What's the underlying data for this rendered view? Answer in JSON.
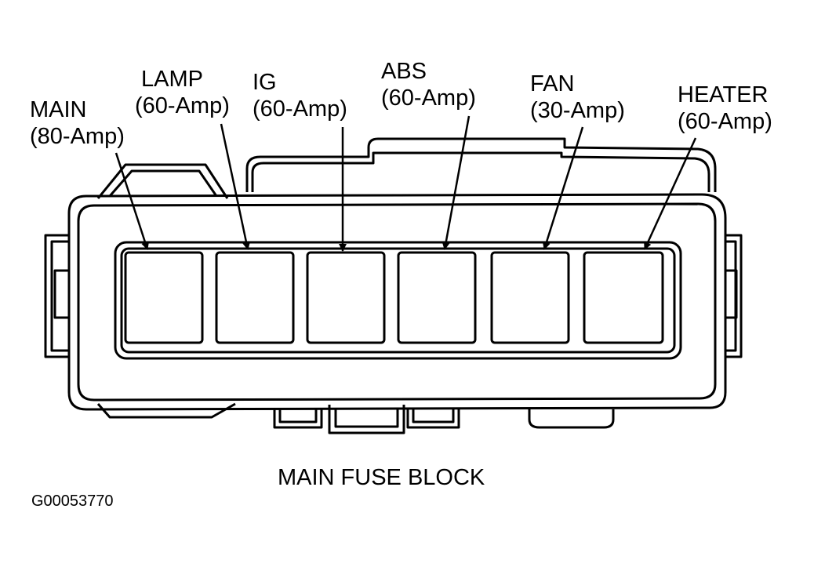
{
  "title": "MAIN FUSE BLOCK",
  "figure_id": "G00053770",
  "fuses": [
    {
      "name": "MAIN",
      "rating": "(80-Amp)"
    },
    {
      "name": "LAMP",
      "rating": "(60-Amp)"
    },
    {
      "name": "IG",
      "rating": "(60-Amp)"
    },
    {
      "name": "ABS",
      "rating": "(60-Amp)"
    },
    {
      "name": "FAN",
      "rating": "(30-Amp)"
    },
    {
      "name": "HEATER",
      "rating": "(60-Amp)"
    }
  ],
  "colors": {
    "line": "#000000",
    "background": "#ffffff"
  }
}
